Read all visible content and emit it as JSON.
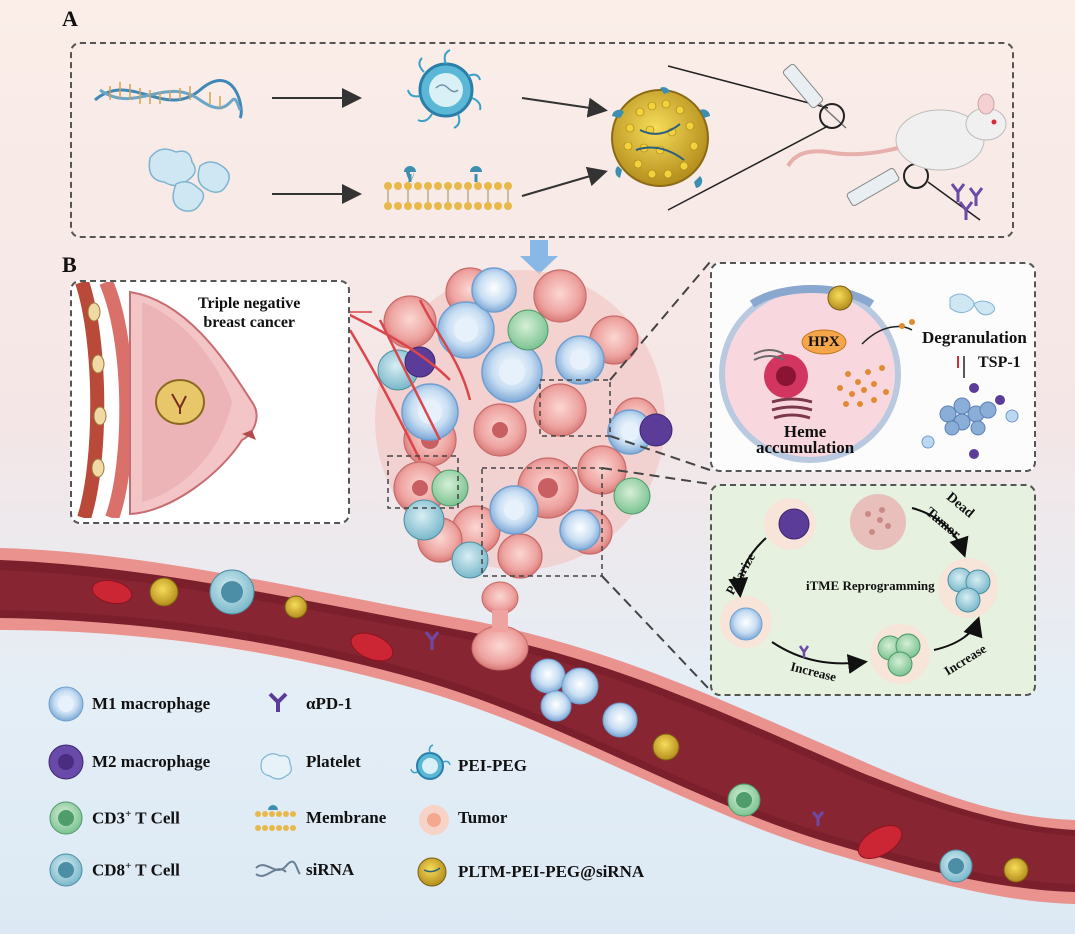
{
  "panels": {
    "a": "A",
    "b": "B"
  },
  "breast": {
    "label_line1": "Triple negative",
    "label_line2": "breast cancer"
  },
  "inset_top": {
    "hpx": "HPX",
    "degranulation": "Degranulation",
    "tsp1": "TSP-1",
    "heme_line1": "Heme",
    "heme_line2": "accumulation"
  },
  "inset_bottom": {
    "title": "iTME Reprogramming",
    "dead_tumor_1": "Dead",
    "dead_tumor_2": "Tumor",
    "polarize": "Polarize",
    "increase_bottom": "Increase",
    "increase_right": "Increase"
  },
  "legend": {
    "m1": "M1 macrophage",
    "m2": "M2 macrophage",
    "cd3_main": "CD3",
    "cd3_sup": "+",
    "cd3_rest": " T Cell",
    "cd8_main": "CD8",
    "cd8_sup": "+",
    "cd8_rest": " T Cell",
    "apd1": "αPD-1",
    "platelet": "Platelet",
    "membrane": "Membrane",
    "sirna": "siRNA",
    "peipeg": "PEI-PEG",
    "tumor": "Tumor",
    "pltm": "PLTM-PEI-PEG@siRNA"
  },
  "colors": {
    "vessel_outer": "#e9928e",
    "vessel_inner": "#7a1f2b",
    "m1": "#a9cdee",
    "m2": "#5b3d99",
    "cd3": "#6fbf84",
    "cd8": "#6aaec0",
    "tumor": "#eea3a0",
    "inset_bg_bottom": "#e6f1e0"
  }
}
